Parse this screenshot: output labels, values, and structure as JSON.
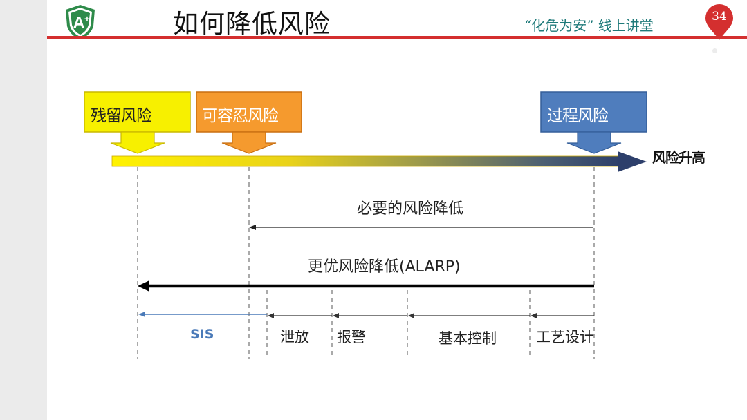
{
  "header": {
    "title": "如何降低风险",
    "subtitle": "“化危为安” 线上讲堂",
    "page_number": "34",
    "logo": "shield-a-plus-logo"
  },
  "diagram": {
    "boxes": {
      "residual": {
        "label": "残留风险",
        "color": "#f7f000"
      },
      "tolerable": {
        "label": "可容忍风险",
        "color": "#f59a2e"
      },
      "process": {
        "label": "过程风险",
        "color": "#4f7dbd"
      }
    },
    "axis_label": "风险升高",
    "necessary_reduction": "必要的风险降低",
    "alarp": "更优风险降低(ALARP)",
    "layers": {
      "sis": "SIS",
      "relief": "泄放",
      "alarm": "报警",
      "basic_control": "基本控制",
      "process_design": "工艺设计"
    },
    "colors": {
      "accent_red": "#d42f2f",
      "teal": "#1f7a7a",
      "sis_blue": "#4a7ab8",
      "arrow_navy": "#2d3f6b"
    }
  }
}
